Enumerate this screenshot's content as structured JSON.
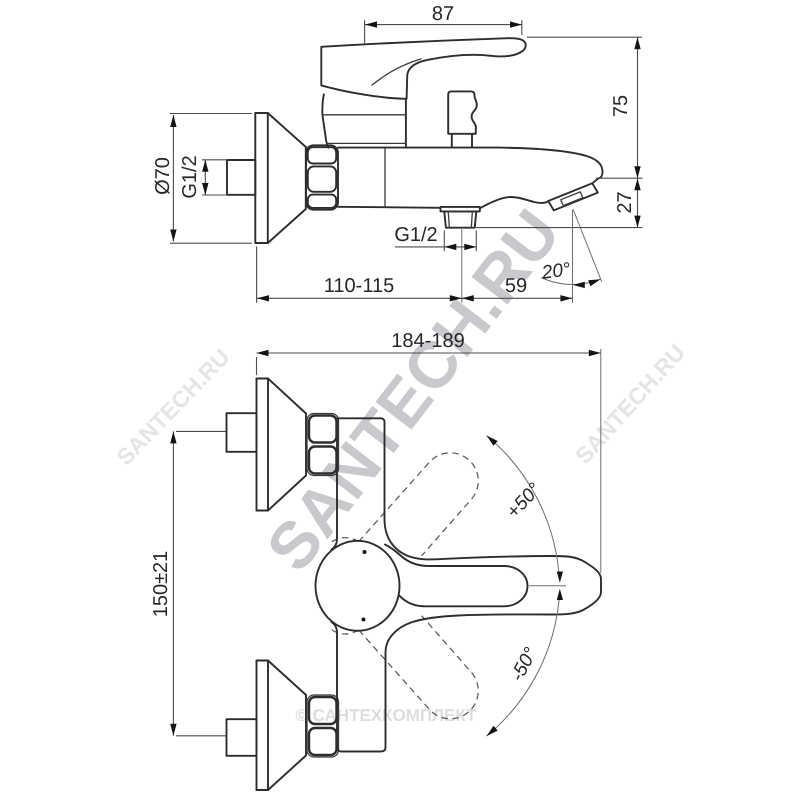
{
  "page": {
    "background": "#ffffff",
    "kind": "technical dimensional drawing of a wall-mounted single-lever bath mixer"
  },
  "colors": {
    "line": "#2d2d2d",
    "dimension_line": "#4d4d4d",
    "arrow": "#141414",
    "watermark_center": "#c7c9ce",
    "watermark_side": "#e4e5e8",
    "watermark_bottom": "#dcdde0"
  },
  "side_view": {
    "dims": {
      "handle_length": "87",
      "height_above_axis": "75",
      "spout_drop": "27",
      "flange_diameter": "Ø70",
      "inlet_thread": "G1/2",
      "shower_outlet_thread": "G1/2",
      "wall_to_outlet": "110-115",
      "outlet_to_spout": "59",
      "spout_angle": "20°"
    }
  },
  "plan_view": {
    "dims": {
      "overall_depth": "184-189",
      "inlet_centers": "150±21",
      "handle_swing_up": "+50°",
      "handle_swing_down": "-50°"
    }
  },
  "watermarks": {
    "center_diagonal": "SANTECH.RU",
    "left_diagonal": "SANTECH.RU",
    "right_diagonal": "SANTECH.RU",
    "bottom_copyright": "© САНТЕХКОМПЛЕКТ"
  }
}
